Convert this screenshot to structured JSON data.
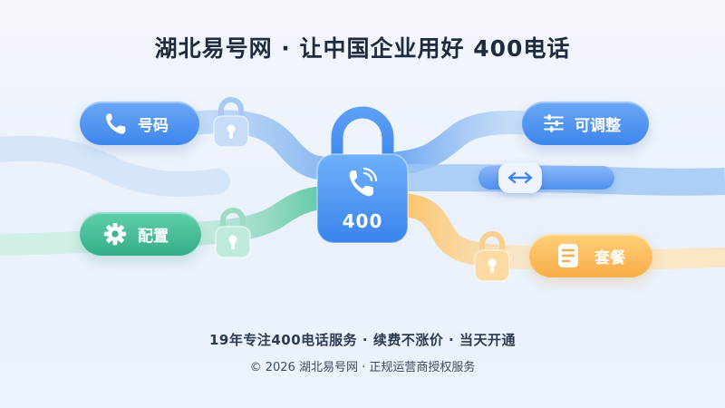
{
  "title": "湖北易号网 · 让中国企业用好 400电话",
  "center_lock": {
    "label": "400"
  },
  "pills": {
    "number": {
      "label": "号码"
    },
    "config": {
      "label": "配置"
    },
    "adjust": {
      "label": "可调整"
    },
    "package": {
      "label": "套餐"
    }
  },
  "tagline": "19年专注400电话服务 · 续费不涨价 · 当天开通",
  "footer": "© 2026 湖北易号网 · 正规运营商授权服务",
  "colors": {
    "blue": "#4a8ff0",
    "green": "#3fb893",
    "orange": "#f8b24e",
    "title": "#1f2a3d"
  }
}
